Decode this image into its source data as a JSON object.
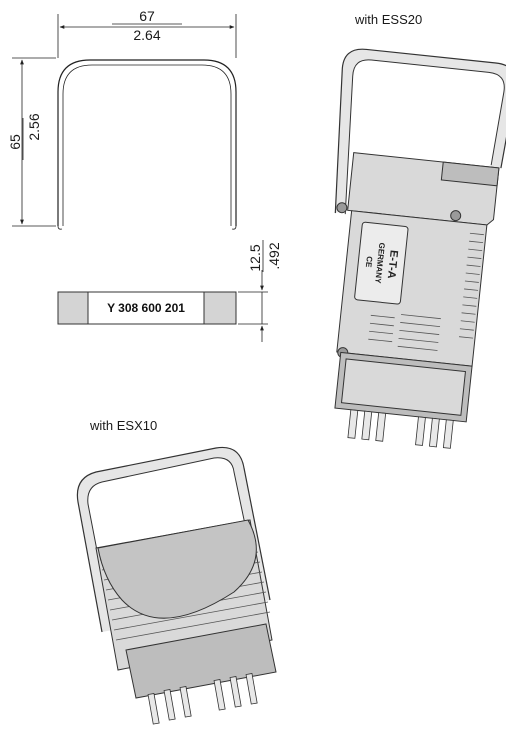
{
  "dimensions": {
    "width_mm": "67",
    "width_in": "2.64",
    "height_mm": "65",
    "height_in": "2.56",
    "thickness_mm": "12.5",
    "thickness_in": ".492"
  },
  "label_plate": {
    "code": "Y 308 600 201"
  },
  "captions": {
    "ess20": "with ESS20",
    "esx10": "with ESX10"
  },
  "device_marking": {
    "brand": "E-T-A",
    "origin": "GERMANY",
    "cert": "CE"
  }
}
